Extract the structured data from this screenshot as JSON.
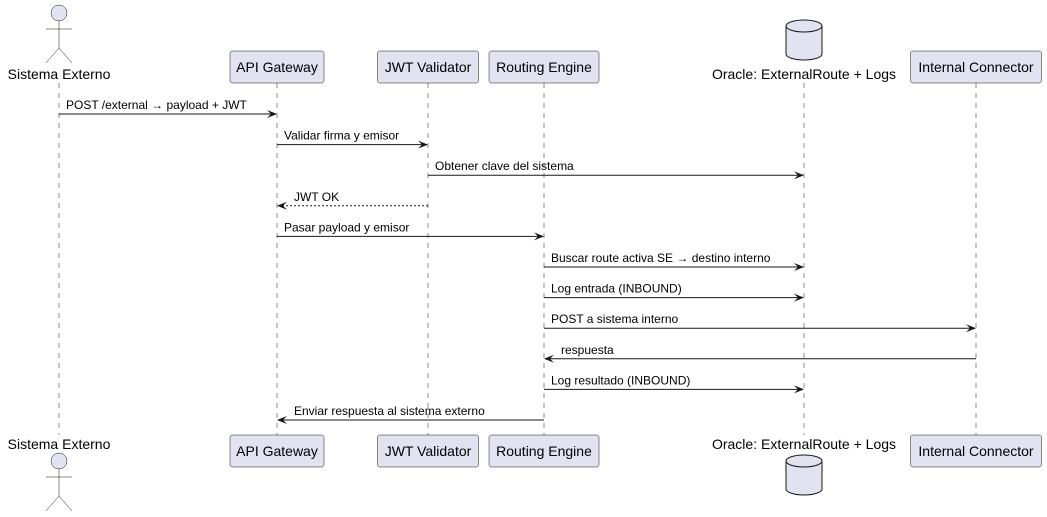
{
  "participants": [
    {
      "id": "ext",
      "label": "Sistema Externo",
      "kind": "actor"
    },
    {
      "id": "gw",
      "label": "API Gateway",
      "kind": "box"
    },
    {
      "id": "jwt",
      "label": "JWT Validator",
      "kind": "box"
    },
    {
      "id": "route",
      "label": "Routing Engine",
      "kind": "box"
    },
    {
      "id": "db",
      "label": "Oracle: ExternalRoute + Logs",
      "kind": "database"
    },
    {
      "id": "conn",
      "label": "Internal Connector",
      "kind": "box"
    }
  ],
  "messages": [
    {
      "from": "ext",
      "to": "gw",
      "label": "POST /external → payload + JWT",
      "style": "solid"
    },
    {
      "from": "gw",
      "to": "jwt",
      "label": "Validar firma y emisor",
      "style": "solid"
    },
    {
      "from": "jwt",
      "to": "db",
      "label": "Obtener clave del sistema",
      "style": "solid"
    },
    {
      "from": "jwt",
      "to": "gw",
      "label": "JWT OK",
      "style": "dashed"
    },
    {
      "from": "gw",
      "to": "route",
      "label": "Pasar payload y emisor",
      "style": "solid"
    },
    {
      "from": "route",
      "to": "db",
      "label": "Buscar route activa SE → destino interno",
      "style": "solid"
    },
    {
      "from": "route",
      "to": "db",
      "label": "Log entrada (INBOUND)",
      "style": "solid"
    },
    {
      "from": "route",
      "to": "conn",
      "label": "POST a sistema interno",
      "style": "solid"
    },
    {
      "from": "conn",
      "to": "route",
      "label": "respuesta",
      "style": "solid"
    },
    {
      "from": "route",
      "to": "db",
      "label": "Log resultado (INBOUND)",
      "style": "solid"
    },
    {
      "from": "route",
      "to": "gw",
      "label": "Enviar respuesta al sistema externo",
      "style": "solid"
    }
  ]
}
